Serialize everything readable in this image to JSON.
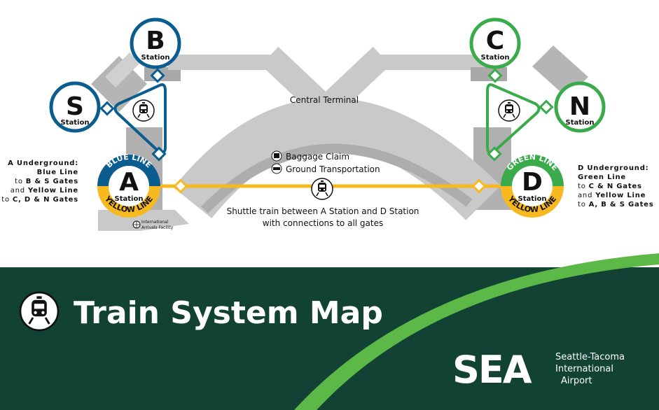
{
  "colors": {
    "blue": "#0b5d8f",
    "green": "#3aab4a",
    "yellow": "#f6b91f",
    "dark_green": "#124233",
    "lime": "#5cb947",
    "building": "#c9c9c9",
    "building_dark": "#a9a9a9"
  },
  "stations": {
    "a": {
      "letter": "A",
      "label": "Station",
      "top_line": "BLUE LINE",
      "bottom_line": "YELLOW LINE"
    },
    "b": {
      "letter": "B",
      "label": "Station"
    },
    "s": {
      "letter": "S",
      "label": "Station"
    },
    "c": {
      "letter": "C",
      "label": "Station"
    },
    "n": {
      "letter": "N",
      "label": "Station"
    },
    "d": {
      "letter": "D",
      "label": "Station",
      "top_line": "GREEN LINE",
      "bottom_line": "YELLOW LINE"
    }
  },
  "labels": {
    "central_terminal": "Central Terminal",
    "baggage_claim": "Baggage Claim",
    "ground_transportation": "Ground Transportation",
    "shuttle_line1": "Shuttle train between A Station and D Station",
    "shuttle_line2": "with connections to all gates",
    "intl_line1": "International",
    "intl_line2": "Arrivals Facility"
  },
  "legend_a": {
    "l1": "A Underground:",
    "l2": "Blue Line",
    "l3a": "to ",
    "l3b": "B & S Gates",
    "l4a": "and ",
    "l4b": "Yellow Line",
    "l5a": "to ",
    "l5b": "C, D & N Gates"
  },
  "legend_d": {
    "l1": "D Underground:",
    "l2": "Green Line",
    "l3a": "to ",
    "l3b": "C & N Gates",
    "l4a": "and ",
    "l4b": "Yellow Line",
    "l5a": "to ",
    "l5b": "A, B & S Gates"
  },
  "footer": {
    "title": "Train System Map",
    "logo": "SEA",
    "logo_line1": "Seattle-Tacoma",
    "logo_line2": "International",
    "logo_line3": "Airport"
  }
}
